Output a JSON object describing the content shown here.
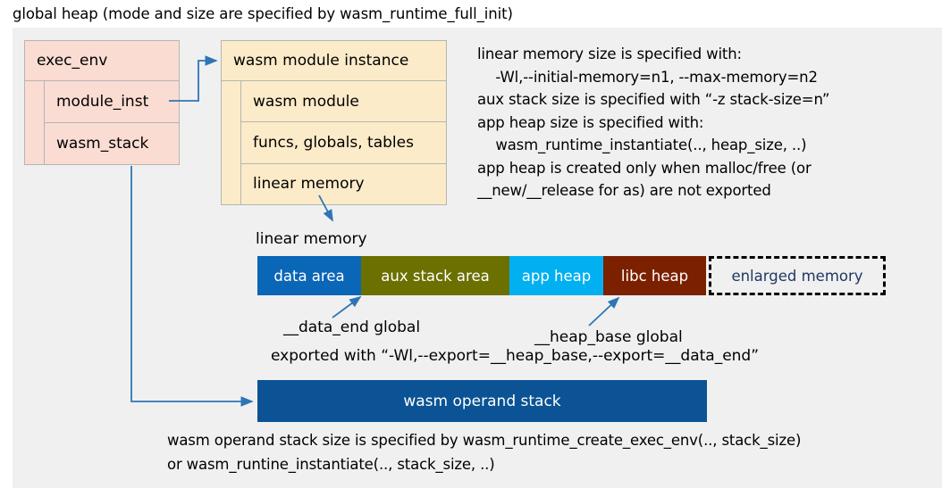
{
  "title": "global heap (mode and size are specified by wasm_runtime_full_init)",
  "exec_env": {
    "header": "exec_env",
    "rows": [
      {
        "label": "module_inst"
      },
      {
        "label": "wasm_stack"
      }
    ]
  },
  "module_instance": {
    "header": "wasm module instance",
    "rows": [
      {
        "label": "wasm module"
      },
      {
        "label": "funcs, globals, tables"
      },
      {
        "label": "linear memory"
      }
    ]
  },
  "notes": "linear memory size is specified with:\n    -Wl,--initial-memory=n1, --max-memory=n2\naux stack size is specified with “-z stack-size=n”\napp heap size is specified with:\n    wasm_runtime_instantiate(.., heap_size, ..)\napp heap is created only when malloc/free (or\n__new/__release for as) are not exported",
  "linear_memory": {
    "label": "linear memory",
    "segments": [
      {
        "label": "data area",
        "color": "#0a66b7",
        "width": 116
      },
      {
        "label": "aux stack area",
        "color": "#6b7000",
        "width": 166
      },
      {
        "label": "app heap",
        "color": "#00b0f0",
        "width": 105
      },
      {
        "label": "libc heap",
        "color": "#7b2100",
        "width": 115
      },
      {
        "label": "enlarged memory",
        "color": "#f0f0f0",
        "width": 198
      }
    ]
  },
  "annotations": {
    "data_end": "__data_end global",
    "heap_base": "__heap_base global",
    "exported": "exported with “-Wl,--export=__heap_base,--export=__data_end”"
  },
  "operand_stack": {
    "label": "wasm operand stack",
    "color": "#0b5394"
  },
  "bottom_note": "wasm operand stack size is specified by wasm_runtime_create_exec_env(.., stack_size)\nor wasm_runtine_instantiate(.., stack_size, ..)",
  "colors": {
    "canvas_background": "#f0f0f0",
    "exec_env_fill": "#fadcd2",
    "module_instance_fill": "#fcebc9",
    "connector": "#2e75b6",
    "enlarged_memory_text": "#1f3864"
  }
}
